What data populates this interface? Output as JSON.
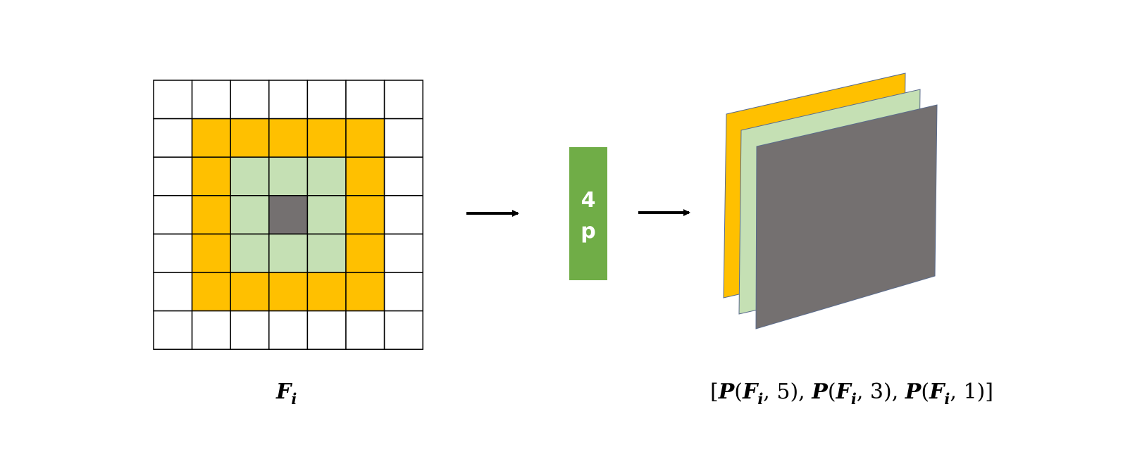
{
  "grid": {
    "rows": 7,
    "cols": 7,
    "cells": [
      [
        "white",
        "white",
        "white",
        "white",
        "white",
        "white",
        "white"
      ],
      [
        "white",
        "orange",
        "orange",
        "orange",
        "orange",
        "orange",
        "white"
      ],
      [
        "white",
        "orange",
        "green",
        "green",
        "green",
        "orange",
        "white"
      ],
      [
        "white",
        "orange",
        "green",
        "gray",
        "green",
        "orange",
        "white"
      ],
      [
        "white",
        "orange",
        "green",
        "green",
        "green",
        "orange",
        "white"
      ],
      [
        "white",
        "orange",
        "orange",
        "orange",
        "orange",
        "orange",
        "white"
      ],
      [
        "white",
        "white",
        "white",
        "white",
        "white",
        "white",
        "white"
      ]
    ]
  },
  "colors": {
    "white": "#ffffff",
    "orange": "#ffc000",
    "green": "#c5e0b4",
    "gray": "#747070",
    "block": "#70ad47",
    "line": "#000000"
  },
  "block": {
    "line1": "4",
    "line2": "p"
  },
  "labels": {
    "left": {
      "base": "F",
      "sub": "i"
    },
    "right": {
      "open": "[",
      "close": "]",
      "items": [
        {
          "func": "P",
          "base": "F",
          "sub": "i",
          "arg": "5"
        },
        {
          "func": "P",
          "base": "F",
          "sub": "i",
          "arg": "3"
        },
        {
          "func": "P",
          "base": "F",
          "sub": "i",
          "arg": "1"
        }
      ]
    }
  }
}
